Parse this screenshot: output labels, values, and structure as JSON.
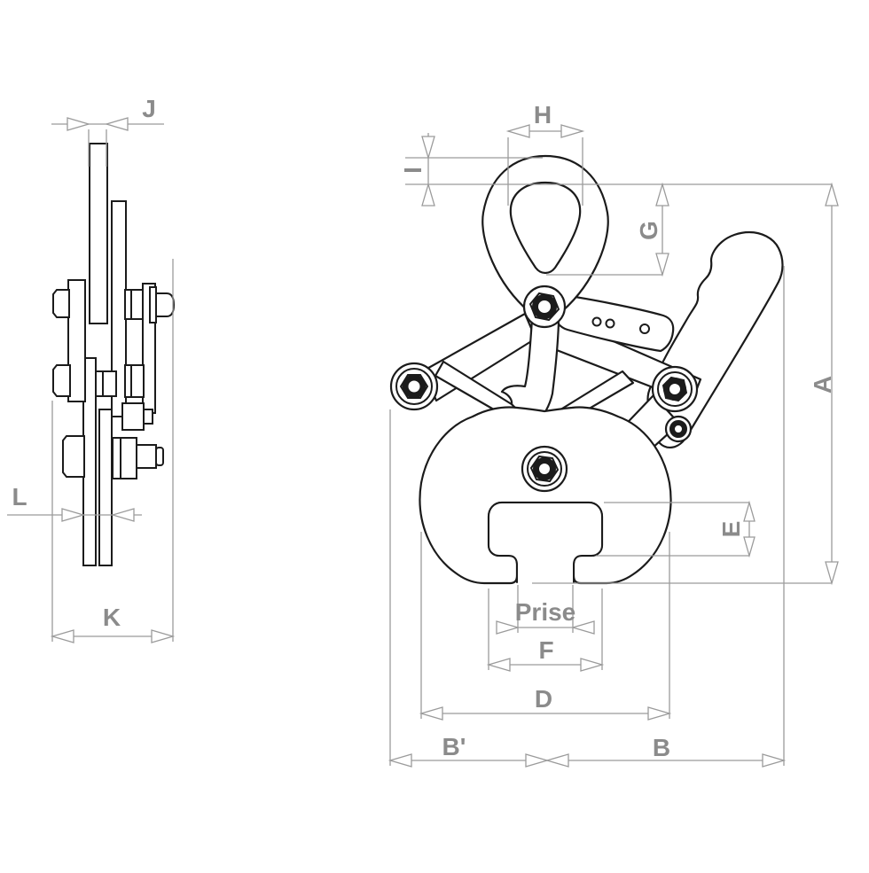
{
  "document": {
    "type": "technical-dimension-drawing",
    "subject": "vertical plate lifting clamp, two orthographic views"
  },
  "views": {
    "side_view": {
      "name": "side elevation",
      "labels": {
        "j": "J",
        "l": "L",
        "k": "K"
      }
    },
    "front_view": {
      "name": "front elevation",
      "labels": {
        "h": "H",
        "i": "I",
        "g": "G",
        "a": "A",
        "e": "E",
        "prise": "Prise",
        "f": "F",
        "d": "D",
        "b_prime": "B'",
        "b": "B"
      }
    }
  },
  "colors": {
    "part_line": "#1b1b1b",
    "dimension_line": "#9b9b9b",
    "label_text": "#8b8b8b",
    "background": "#ffffff"
  }
}
